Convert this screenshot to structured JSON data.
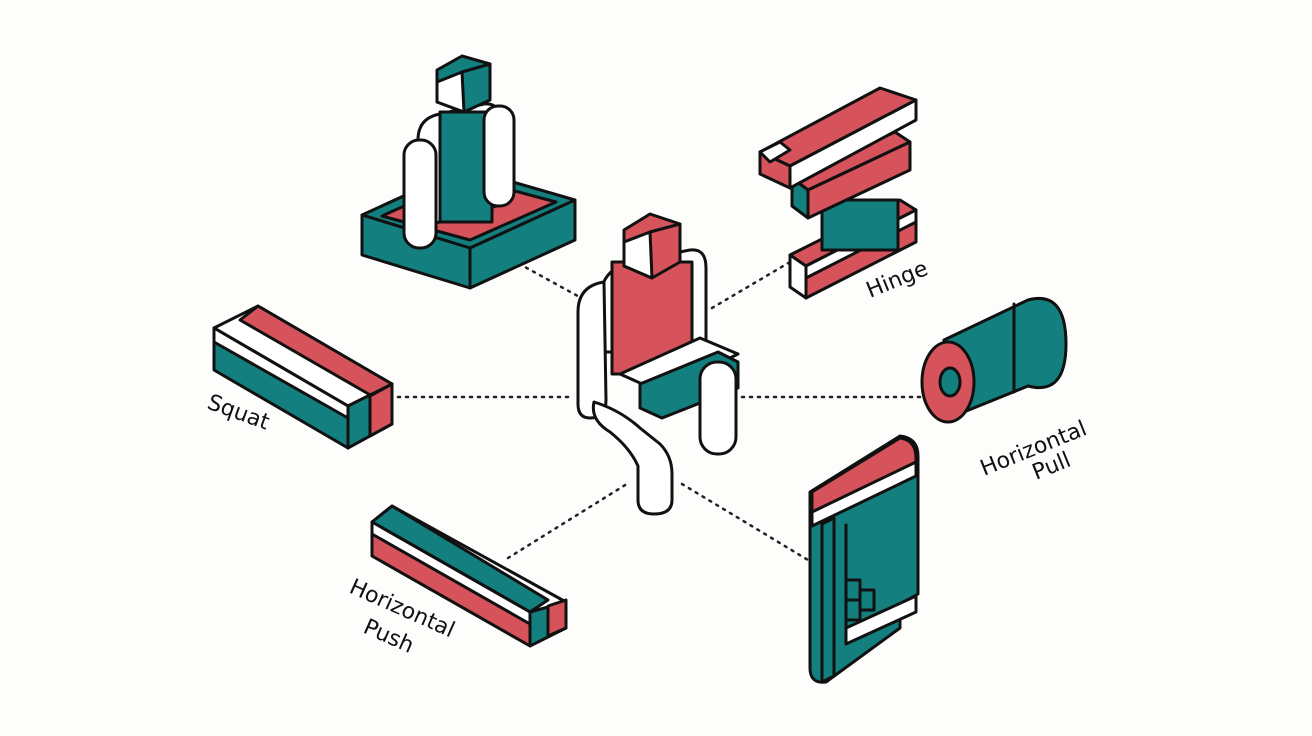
{
  "colors": {
    "teal": "#137f7f",
    "red": "#d6535c",
    "outline": "#111111",
    "white": "#ffffff",
    "background": "#fdfdfc"
  },
  "labels": {
    "hinge": "Hinge",
    "squat": "Squat",
    "horizontal_pull": [
      "Horizontal",
      "Pull"
    ],
    "horizontal_push": [
      "Horizontal",
      "Push"
    ]
  },
  "icons": [
    "seated-figure-icon",
    "figure-on-platform-icon",
    "hinge-blocks-icon",
    "squat-block-icon",
    "horizontal-pull-cylinder-icon",
    "horizontal-pull-panel-icon",
    "horizontal-push-bar-icon"
  ]
}
